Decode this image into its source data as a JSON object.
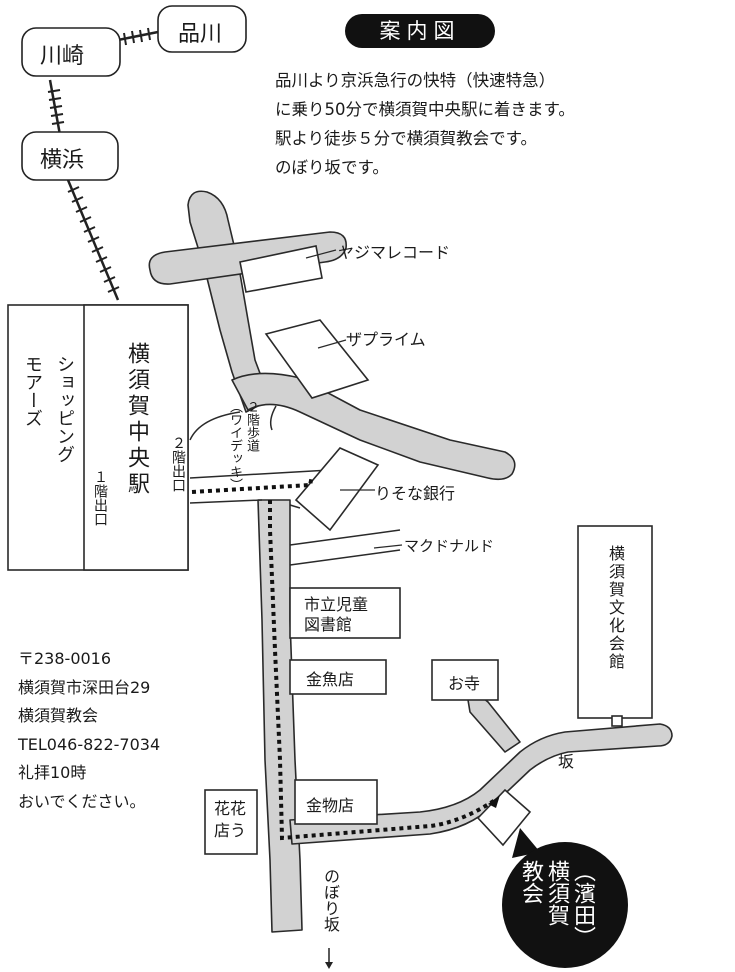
{
  "title": "案内図",
  "description": "品川より京浜急行の快特（快速特急）\nに乗り50分で横須賀中央駅に着きます。\n駅より徒歩５分で横須賀教会です。\nのぼり坂です。",
  "stations": {
    "shinagawa": "品川",
    "kawasaki": "川崎",
    "yokohama": "横浜"
  },
  "landmarks": {
    "yajima_record": "ヤジマレコード",
    "the_prime": "ザプライム",
    "resona_bank": "りそな銀行",
    "mcdonalds": "マクドナルド",
    "library": "市立児童\n図書館",
    "goldfish_shop": "金魚店",
    "hardware_store": "金物店",
    "flower_shop": "花花\n店う",
    "temple": "お寺",
    "culture_hall": "横須賀文化会館",
    "shopping_mall": "ショッピング\nモアーズ",
    "station": "横須賀中央駅",
    "exit_2f": "２階出口",
    "exit_1f": "１階出口",
    "walkway": "２階歩道\n（ワイデッキ）",
    "slope_label": "坂",
    "uphill_label": "のぼり坂",
    "church": "（濱田）\n横須賀\n教会"
  },
  "address": "〒238-0016\n横須賀市深田台29\n横須賀教会\nTEL046-822-7034\n礼拝10時\nおいでください。"
}
